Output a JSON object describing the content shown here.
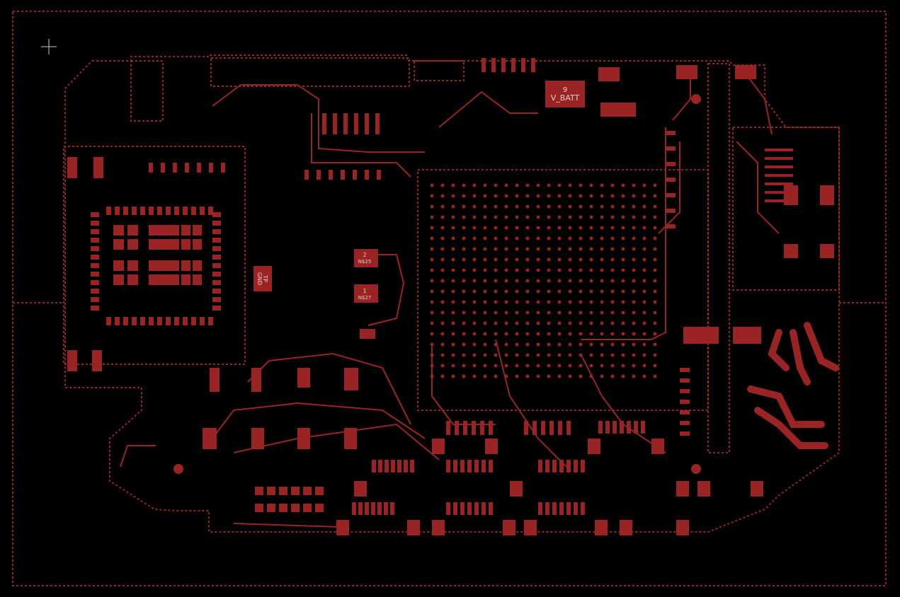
{
  "view": {
    "layer_color": "#9a2424",
    "background": "#000000",
    "cursor": "crosshair"
  },
  "labels": {
    "pad_n25": {
      "number": "2",
      "net": "N$25"
    },
    "pad_n27": {
      "number": "1",
      "net": "N$27"
    },
    "tp_gnd": {
      "line1": "TP",
      "line2": "GND"
    },
    "v_batt": {
      "number": "9",
      "net": "V_BATT"
    }
  }
}
